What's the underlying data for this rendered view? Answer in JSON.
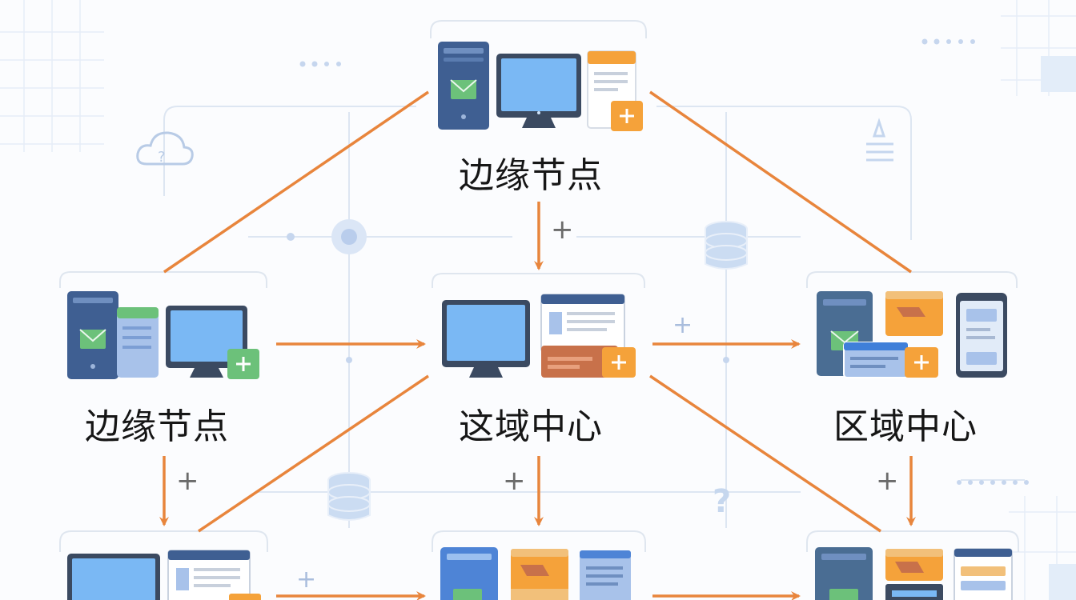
{
  "nodes": {
    "top": {
      "label": "边缘节点"
    },
    "left": {
      "label": "边缘节点"
    },
    "center": {
      "label": "这域中心"
    },
    "right": {
      "label": "区域中心"
    }
  },
  "connectors": {
    "plus_symbol": "+"
  },
  "colors": {
    "arrow": "#e8853c",
    "accent_orange": "#f5a23a",
    "accent_green": "#6cc17a",
    "panel_dark_blue": "#3f5f92",
    "screen_blue": "#6fb4f2",
    "background_lines": "#d6e2f2"
  },
  "icons": [
    "server-icon",
    "monitor-icon",
    "document-icon",
    "add-icon",
    "mobile-icon",
    "database-icon",
    "cloud-icon",
    "question-icon",
    "target-icon",
    "pen-icon"
  ]
}
